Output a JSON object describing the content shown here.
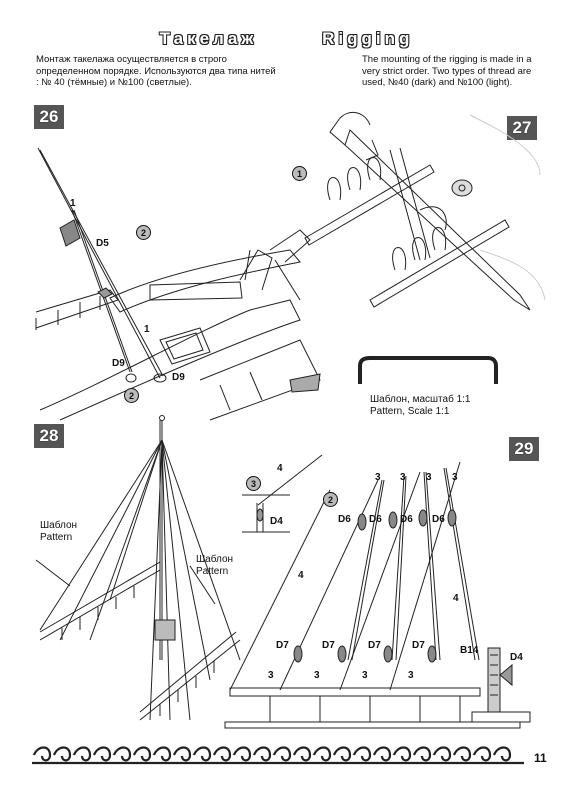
{
  "header": {
    "title_ru": "Такелаж",
    "title_en": "Rigging"
  },
  "intro": {
    "ru": "Монтаж такелажа осуществляется в строго определенном порядке. Используются два типа нитей : № 40 (тёмные) и №100 (светлые).",
    "en": "The mounting of the rigging is made in a very strict order. Two types of thread are used, №40 (dark) and №100 (light)."
  },
  "steps": [
    "26",
    "27",
    "28",
    "29"
  ],
  "fig26": {
    "labels": {
      "one_a": "1",
      "one_b": "1",
      "d5": "D5",
      "d9a": "D9",
      "d9b": "D9",
      "c2a": "2",
      "c2b": "2"
    }
  },
  "fig27": {
    "labels": {
      "c1": "1"
    }
  },
  "pattern": {
    "ru": "Шаблон, масштаб 1:1",
    "en": "Pattern, Scale 1:1"
  },
  "fig28": {
    "left_ru": "Шаблон",
    "left_en": "Pattern",
    "right_ru": "Шаблон",
    "right_en": "Pattern"
  },
  "fig29": {
    "labels": {
      "four_a": "4",
      "four_b": "4",
      "four_c": "4",
      "three_c": "3",
      "c2": "2",
      "d4a": "D4",
      "d4b": "D4",
      "b14": "B14",
      "d6": [
        "D6",
        "D6",
        "D6",
        "D6"
      ],
      "d7": [
        "D7",
        "D7",
        "D7",
        "D7"
      ],
      "top3": [
        "3",
        "3",
        "3",
        "3"
      ],
      "bottom3": [
        "3",
        "3",
        "3",
        "3"
      ]
    }
  },
  "footer": {
    "page_number": "11"
  }
}
